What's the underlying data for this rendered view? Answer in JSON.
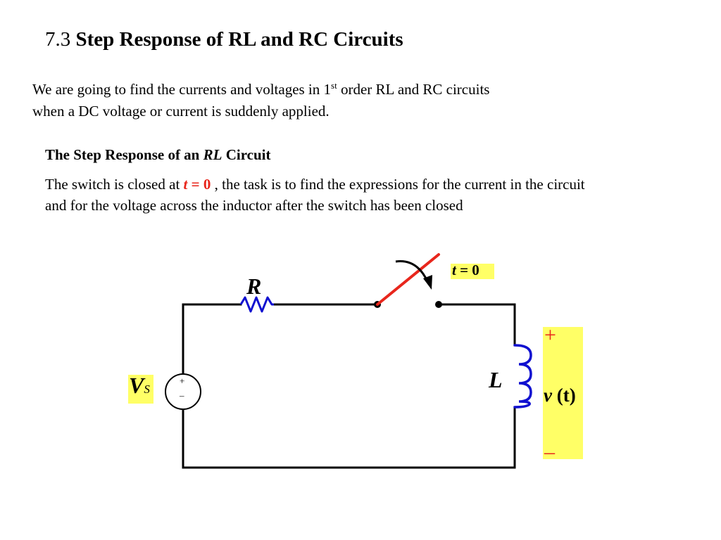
{
  "title": {
    "number": "7.3",
    "text": "Step Response of RL  and RC  Circuits"
  },
  "intro": {
    "line1_a": "We are going to find the currents and voltages in 1",
    "line1_sup": "st",
    "line1_b": "  order RL  and  RC  circuits",
    "line2": "when a DC  voltage or current is suddenly applied."
  },
  "subheading": {
    "prefix": "The Step Response of an ",
    "italic": "RL",
    "suffix": " Circuit"
  },
  "description": {
    "line1_a": "The switch is closed at ",
    "eq_var": "t",
    "eq_rest": " = 0",
    "line1_b": " , the task is to find the expressions for the current in the circuit",
    "line2": "and for the voltage across the inductor after the switch has been closed"
  },
  "circuit": {
    "switch_label": {
      "var": "t",
      "rest": "  = 0"
    },
    "resistor_label": "R",
    "inductor_label": "L",
    "source_label": {
      "main": "V",
      "sub": "S"
    },
    "source_plus": "+",
    "source_minus": "–",
    "voltage_label": {
      "var": "v",
      "rest": " (t)"
    },
    "voltage_plus": "+",
    "voltage_minus": "–",
    "colors": {
      "wire": "#000000",
      "resistor": "#1010d0",
      "inductor": "#1010d0",
      "switch": "#e8261c",
      "highlight": "#ffff66",
      "polarity": "#e8261c"
    }
  }
}
